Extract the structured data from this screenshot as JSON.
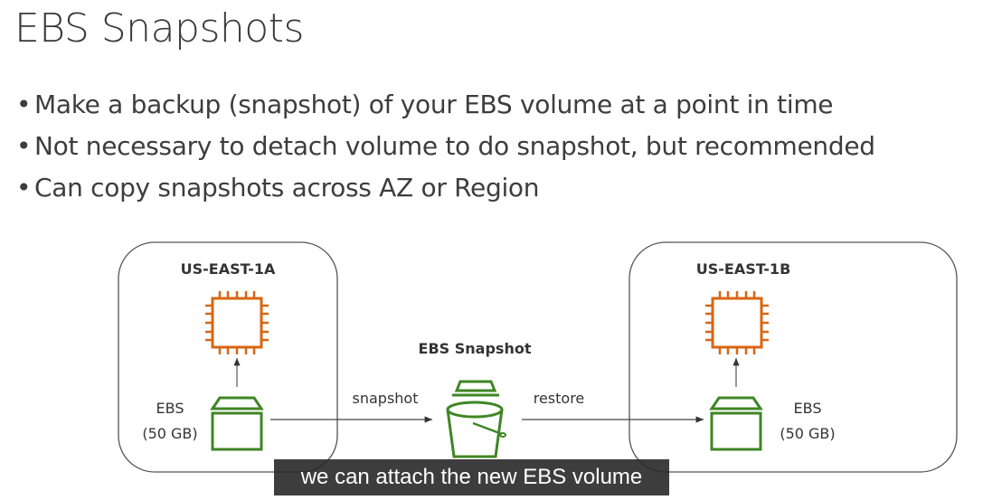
{
  "title": "EBS Snapshots",
  "bullets": [
    "Make a backup (snapshot) of your EBS volume at a point in time",
    "Not necessary to detach volume to do snapshot, but recommended",
    "Can copy snapshots across AZ or Region"
  ],
  "diagram": {
    "zone_a": {
      "label": "US-EAST-1A",
      "ebs_label": "EBS",
      "ebs_size": "(50 GB)"
    },
    "zone_b": {
      "label": "US-EAST-1B",
      "ebs_label": "EBS",
      "ebs_size": "(50 GB)"
    },
    "snapshot_label": "EBS Snapshot",
    "arrow_snapshot": "snapshot",
    "arrow_restore": "restore",
    "colors": {
      "ec2": "#d86613",
      "ebs": "#3f8624"
    }
  },
  "caption": "we can attach the new EBS volume"
}
